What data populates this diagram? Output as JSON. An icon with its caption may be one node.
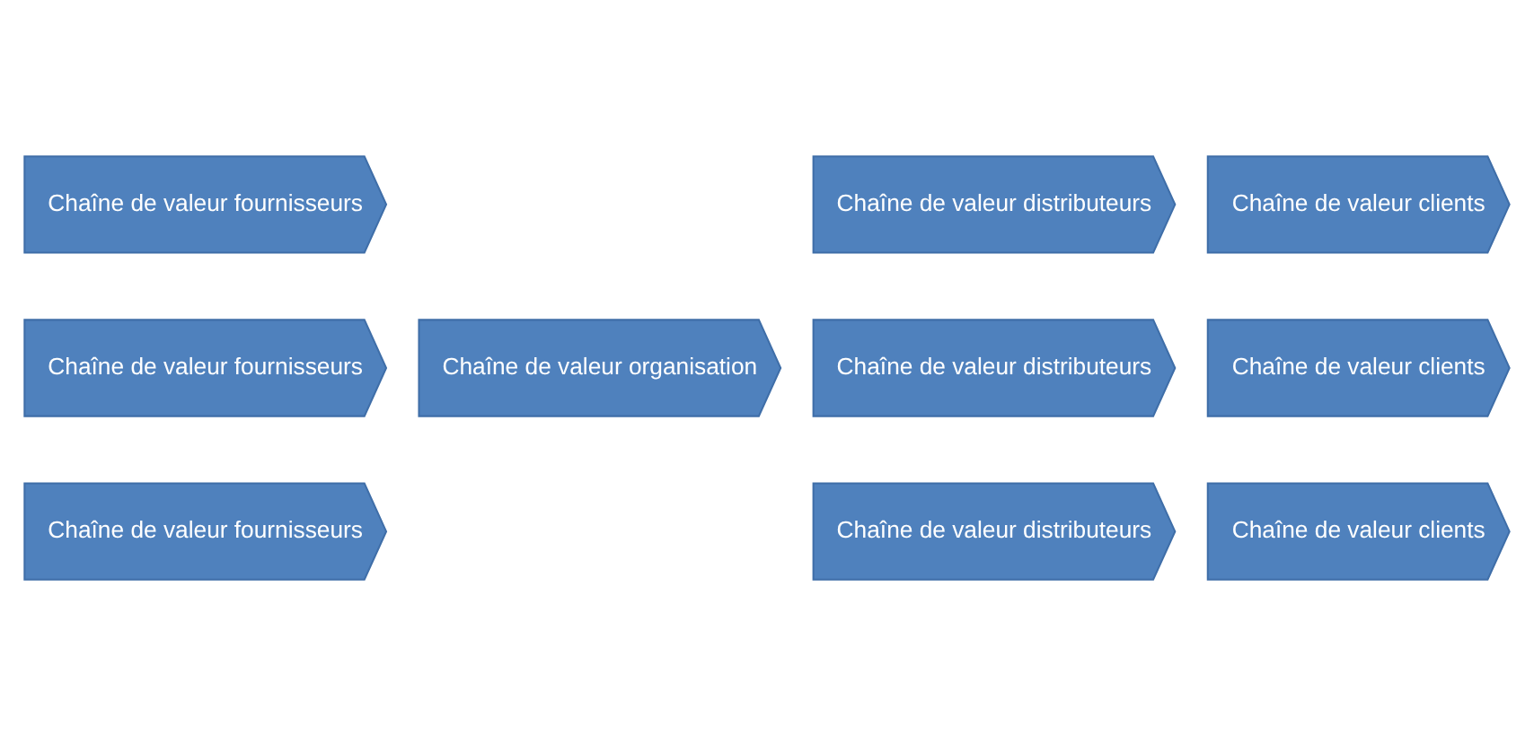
{
  "diagram": {
    "nodes": [
      {
        "text": [
          "Chaîne de valeur fournisseurs"
        ]
      },
      {
        "text": [
          "Chaîne de valeur distributeurs"
        ]
      },
      {
        "text": [
          "Chaîne de valeur clients"
        ]
      },
      {
        "text": [
          "Chaîne de valeur fournisseurs"
        ]
      },
      {
        "text": [
          "Chaîne de valeur organisation"
        ]
      },
      {
        "text": [
          "Chaîne de valeur distributeurs"
        ]
      },
      {
        "text": [
          "Chaîne de valeur clients"
        ]
      },
      {
        "text": [
          "Chaîne de valeur fournisseurs"
        ]
      },
      {
        "text": [
          "Chaîne de valeur distributeurs"
        ]
      },
      {
        "text": [
          "Chaîne de valeur clients"
        ]
      }
    ]
  }
}
